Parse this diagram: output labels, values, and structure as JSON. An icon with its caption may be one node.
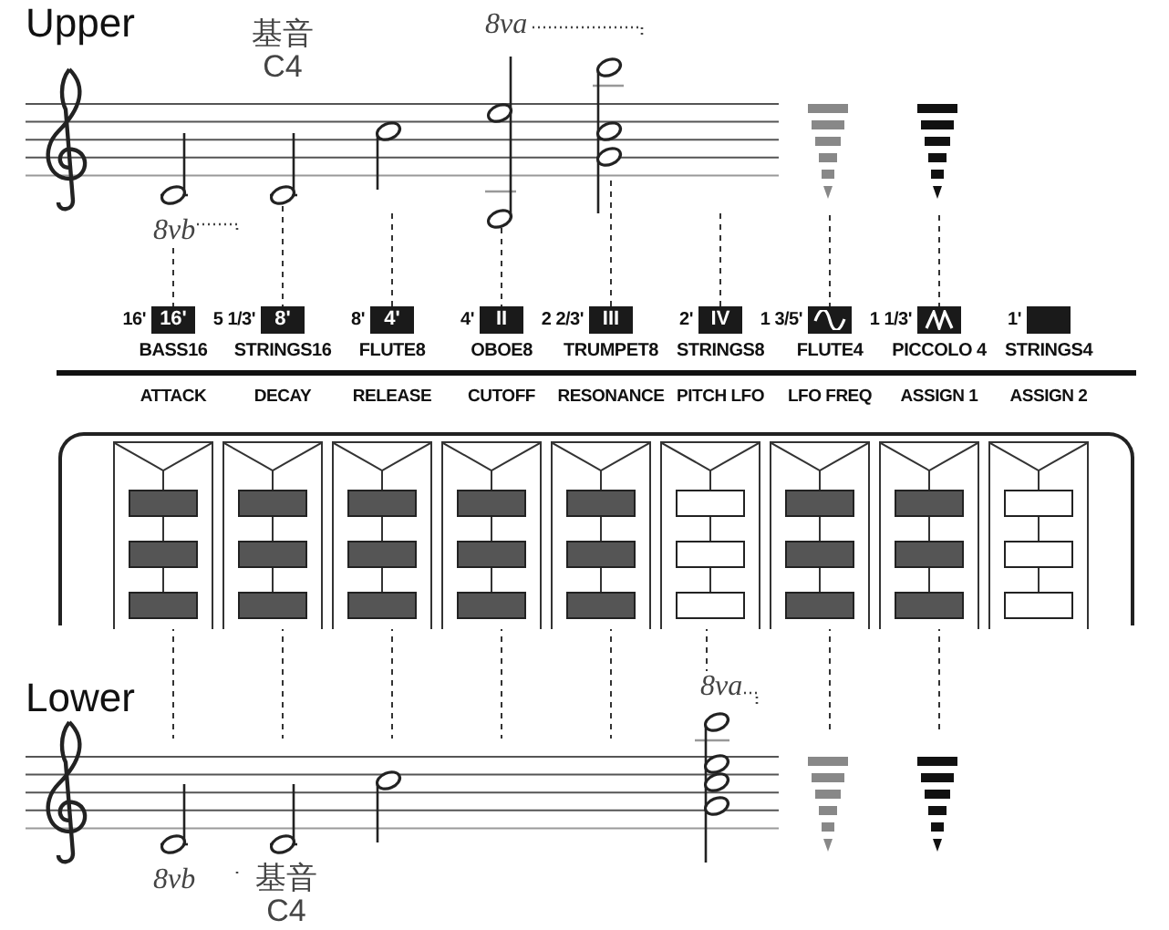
{
  "diagram": {
    "nodes": [
      {
        "text": [
          "16'"
        ],
        "beside": [
          "16'",
          "BASS16"
        ]
      },
      {
        "text": [
          "8'"
        ],
        "beside": [
          "5 1/3'",
          "STRINGS16"
        ]
      },
      {
        "text": [
          "4'"
        ],
        "beside": [
          "8'",
          "FLUTE8"
        ]
      },
      {
        "text": [
          "II"
        ],
        "beside": [
          "4'",
          "OBOE8"
        ]
      },
      {
        "text": [
          "III"
        ],
        "beside": [
          "2 2/3'",
          "TRUMPET8"
        ]
      },
      {
        "text": [
          "IV"
        ],
        "beside": [
          "2'",
          "STRINGS8"
        ]
      },
      {
        "text": [],
        "shape": "box",
        "beside": [
          "1 3/5'",
          "FLUTE4"
        ]
      },
      {
        "text": [],
        "shape": "box",
        "beside": [
          "1 1/3'",
          "PICCOLO 4"
        ]
      },
      {
        "text": [],
        "shape": "box",
        "beside": [
          "1'",
          "STRINGS4"
        ]
      },
      {
        "text": [],
        "shape": "box"
      },
      {
        "text": [],
        "shape": "box",
        "in": 9
      },
      {
        "text": [],
        "shape": "box",
        "in": 9
      },
      {
        "text": [],
        "shape": "box",
        "in": 9
      },
      {
        "text": [],
        "shape": "box",
        "in": 9
      },
      {
        "text": [],
        "shape": "box",
        "in": 9
      },
      {
        "text": [],
        "shape": "box",
        "in": 9
      },
      {
        "text": [],
        "shape": "box",
        "in": 9
      },
      {
        "text": [],
        "shape": "box",
        "in": 9
      },
      {
        "text": [],
        "shape": "box",
        "in": 9
      },
      {
        "text": [
          "8vb"
        ]
      },
      {
        "text": [
          "8va"
        ]
      }
    ],
    "edges": [
      {
        "from": 19,
        "to": 0,
        "arrow": "none",
        "style": "dashed"
      },
      {
        "from": null,
        "to": 1,
        "arrow": "none",
        "style": "dashed"
      },
      {
        "from": null,
        "to": 2,
        "arrow": "none",
        "style": "dashed"
      },
      {
        "from": null,
        "to": 3,
        "arrow": "none",
        "style": "dashed"
      },
      {
        "from": null,
        "to": 4,
        "arrow": "none",
        "style": "dashed"
      },
      {
        "from": null,
        "to": 5,
        "arrow": "none",
        "style": "dashed"
      },
      {
        "from": null,
        "to": 6,
        "arrow": "none",
        "style": "dashed"
      },
      {
        "from": null,
        "to": 7,
        "arrow": "none",
        "style": "dashed"
      },
      {
        "from": 10,
        "to": null,
        "arrow": "none",
        "style": "dashed"
      },
      {
        "from": 11,
        "to": null,
        "arrow": "none",
        "style": "dashed"
      },
      {
        "from": 12,
        "to": null,
        "arrow": "none",
        "style": "dashed"
      },
      {
        "from": 13,
        "to": null,
        "arrow": "none",
        "style": "dashed"
      },
      {
        "from": 14,
        "to": null,
        "arrow": "none",
        "style": "dashed"
      },
      {
        "from": 15,
        "to": 20,
        "arrow": "none",
        "style": "dashed"
      },
      {
        "from": 16,
        "to": null,
        "arrow": "none",
        "style": "dashed"
      },
      {
        "from": 17,
        "to": null,
        "arrow": "none",
        "style": "dashed"
      }
    ],
    "labels": [
      "Upper",
      "基音 C4",
      "8va",
      "ATTACK",
      "DECAY",
      "RELEASE",
      "CUTOFF",
      "RESONANCE",
      "PITCH LFO",
      "LFO FREQ",
      "ASSIGN 1",
      "ASSIGN 2",
      "Lower",
      "8vb",
      "基音 C4"
    ]
  }
}
